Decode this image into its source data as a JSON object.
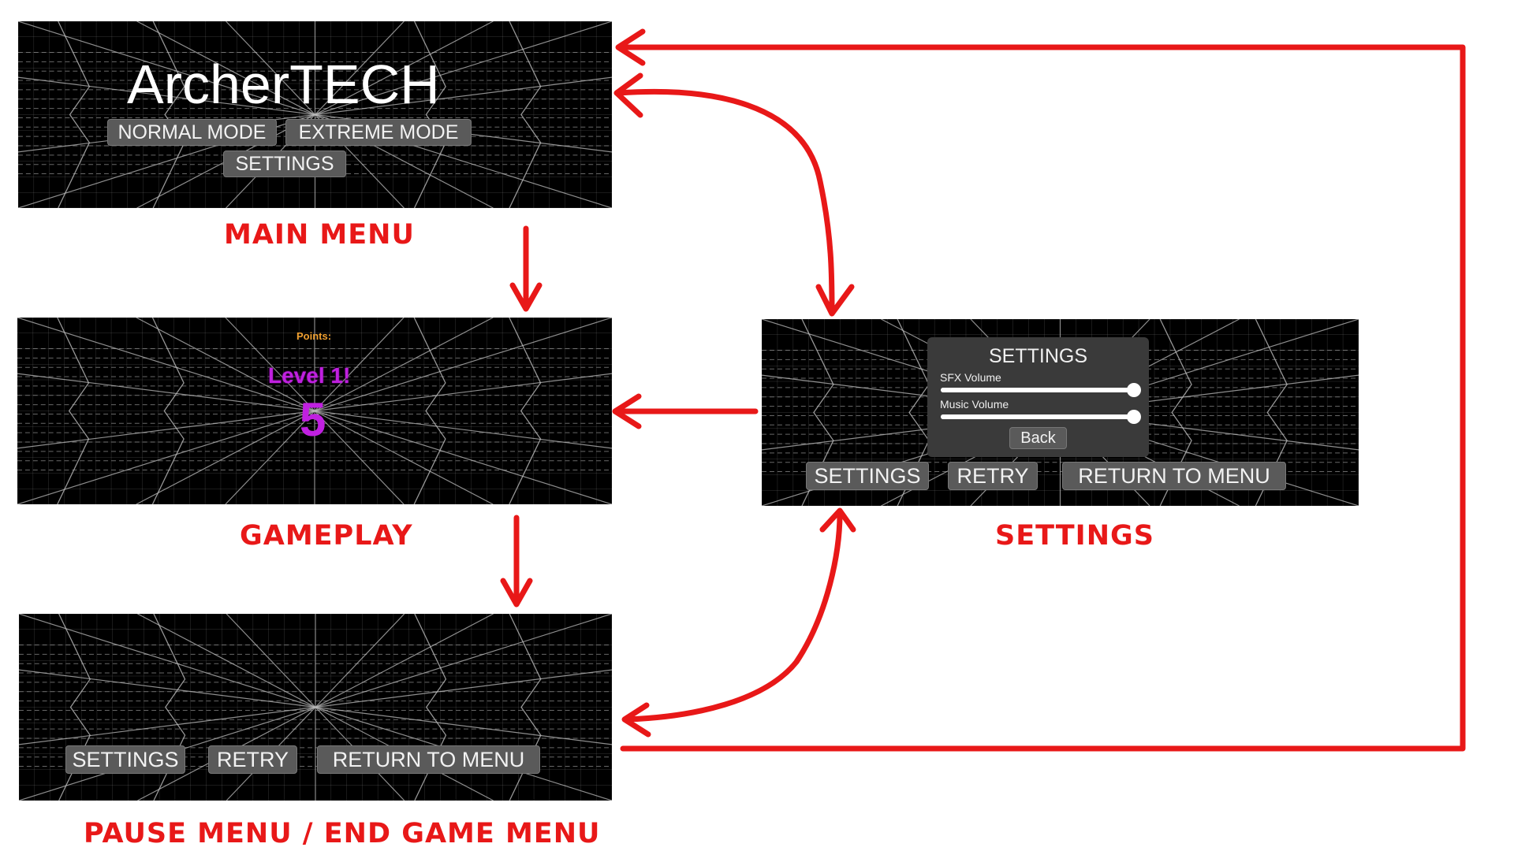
{
  "colors": {
    "arrow": "#e81818",
    "caption": "#e81818",
    "points_label": "#f0a030",
    "level_text": "#c020e0",
    "button_bg": "#5a5a5a"
  },
  "main_menu": {
    "title": "ArcherTECH",
    "normal_mode": "NORMAL MODE",
    "extreme_mode": "EXTREME MODE",
    "settings": "SETTINGS",
    "caption": "MAIN MENU"
  },
  "gameplay": {
    "points_label": "Points:",
    "level_text": "Level 1!",
    "countdown": "5",
    "caption": "GAMEPLAY"
  },
  "pause_menu": {
    "settings": "SETTINGS",
    "retry": "RETRY",
    "return_to_menu": "RETURN TO MENU",
    "caption": "PAUSE MENU / END GAME MENU"
  },
  "settings_screen": {
    "panel_title": "SETTINGS",
    "sfx_label": "SFX Volume",
    "sfx_level": 1.0,
    "music_label": "Music Volume",
    "music_level": 1.0,
    "back": "Back",
    "settings": "SETTINGS",
    "retry": "RETRY",
    "return_to_menu": "RETURN TO MENU",
    "caption": "SETTINGS"
  },
  "flow_arrows": [
    {
      "from": "MAIN MENU",
      "to": "GAMEPLAY"
    },
    {
      "from": "GAMEPLAY",
      "to": "PAUSE MENU / END GAME MENU"
    },
    {
      "from": "MAIN MENU",
      "to": "SETTINGS",
      "bidirectional": true
    },
    {
      "from": "SETTINGS",
      "to": "GAMEPLAY"
    },
    {
      "from": "PAUSE MENU / END GAME MENU",
      "to": "SETTINGS",
      "bidirectional": true
    },
    {
      "from": "PAUSE MENU / END GAME MENU",
      "to": "MAIN MENU"
    }
  ]
}
